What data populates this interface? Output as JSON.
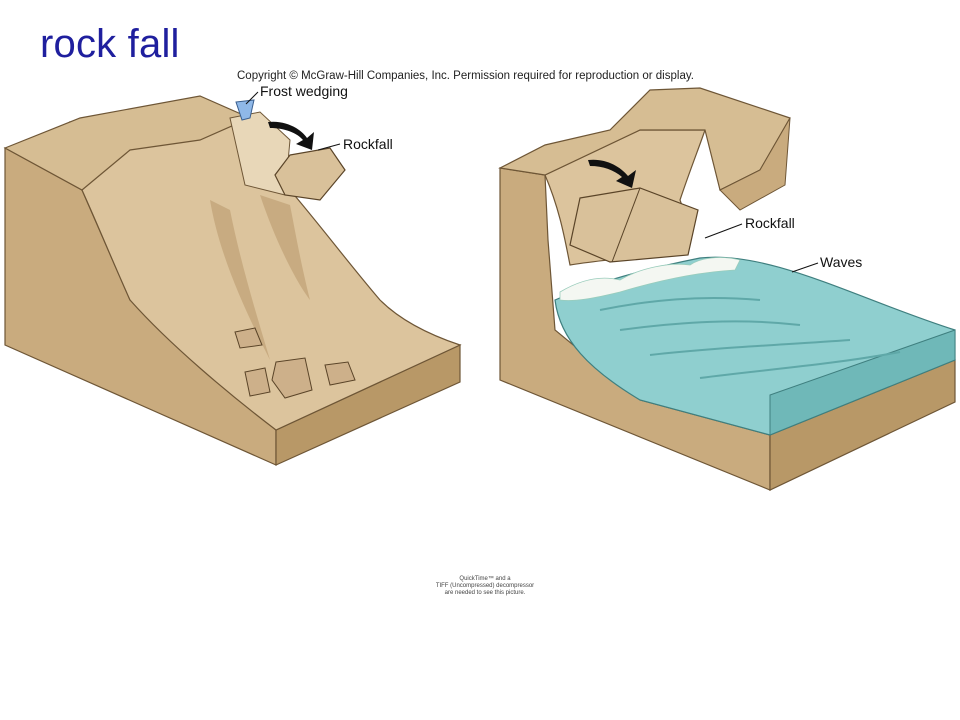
{
  "slide": {
    "title": "rock fall"
  },
  "figure": {
    "copyright": "Copyright © McGraw-Hill Companies, Inc. Permission required for reproduction or display.",
    "labels": {
      "frost_wedging": "Frost wedging",
      "rockfall_left": "Rockfall",
      "rockfall_right": "Rockfall",
      "waves": "Waves"
    }
  },
  "placeholder": {
    "line1": "QuickTime™ and a",
    "line2": "TIFF (Uncompressed) decompressor",
    "line3": "are needed to see this picture."
  },
  "colors": {
    "title": "#1f1f9e",
    "rock_light": "#d9c19a",
    "rock_mid": "#c4a77b",
    "rock_dark": "#a0825a",
    "water": "#8fcfcf",
    "water_dark": "#5fa8a8",
    "frost_ice": "#8fb8e8"
  }
}
